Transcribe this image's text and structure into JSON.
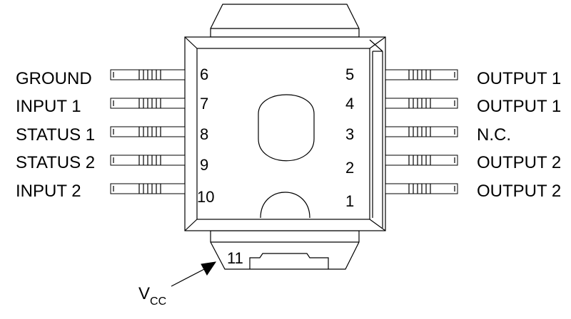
{
  "left_pins": [
    {
      "signal": "GROUND",
      "number": "6"
    },
    {
      "signal": "INPUT 1",
      "number": "7"
    },
    {
      "signal": "STATUS 1",
      "number": "8"
    },
    {
      "signal": "STATUS 2",
      "number": "9"
    },
    {
      "signal": "INPUT 2",
      "number": "10"
    }
  ],
  "right_pins": [
    {
      "signal": "OUTPUT 1",
      "number": "5"
    },
    {
      "signal": "OUTPUT 1",
      "number": "4"
    },
    {
      "signal": "N.C.",
      "number": "3"
    },
    {
      "signal": "OUTPUT 2",
      "number": "2"
    },
    {
      "signal": "OUTPUT 2",
      "number": "1"
    }
  ],
  "tab_pin": {
    "number": "11"
  },
  "vcc": {
    "main": "V",
    "sub": "CC"
  }
}
